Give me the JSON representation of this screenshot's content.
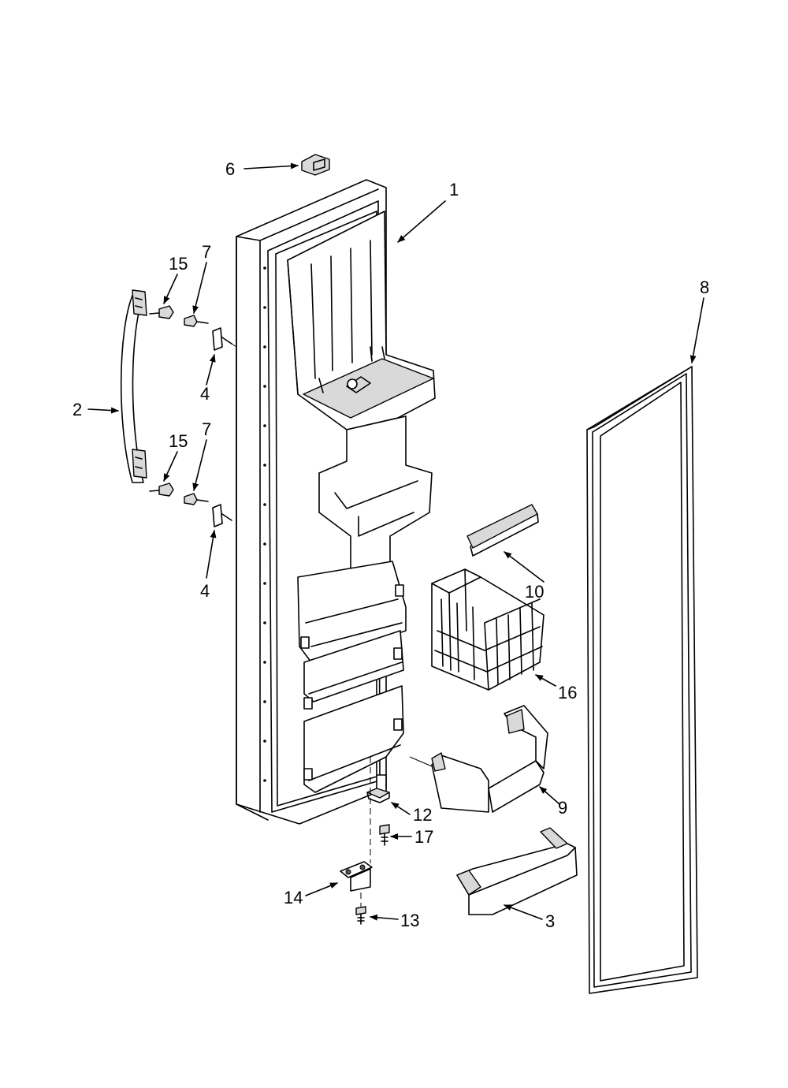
{
  "callouts": [
    {
      "id": "1",
      "label": "1",
      "part": "door-liner-assembly"
    },
    {
      "id": "2",
      "label": "2",
      "part": "handle"
    },
    {
      "id": "3",
      "label": "3",
      "part": "door-bin-bottom"
    },
    {
      "id": "4a",
      "label": "4",
      "part": "clip-upper"
    },
    {
      "id": "4b",
      "label": "4",
      "part": "clip-lower"
    },
    {
      "id": "6",
      "label": "6",
      "part": "top-cap"
    },
    {
      "id": "7a",
      "label": "7",
      "part": "screw-upper"
    },
    {
      "id": "7b",
      "label": "7",
      "part": "screw-lower"
    },
    {
      "id": "8",
      "label": "8",
      "part": "gasket"
    },
    {
      "id": "9",
      "label": "9",
      "part": "ice-bin-bracket"
    },
    {
      "id": "10",
      "label": "10",
      "part": "shelf-trim"
    },
    {
      "id": "12",
      "label": "12",
      "part": "hinge-pin"
    },
    {
      "id": "13",
      "label": "13",
      "part": "hinge-screw"
    },
    {
      "id": "14",
      "label": "14",
      "part": "hinge"
    },
    {
      "id": "15a",
      "label": "15",
      "part": "handle-screw-upper"
    },
    {
      "id": "15b",
      "label": "15",
      "part": "handle-screw-lower"
    },
    {
      "id": "16",
      "label": "16",
      "part": "wire-basket"
    },
    {
      "id": "17",
      "label": "17",
      "part": "screw"
    }
  ],
  "colors": {
    "ink": "#000000",
    "paper": "#ffffff",
    "shade": "#d9d9d9"
  }
}
